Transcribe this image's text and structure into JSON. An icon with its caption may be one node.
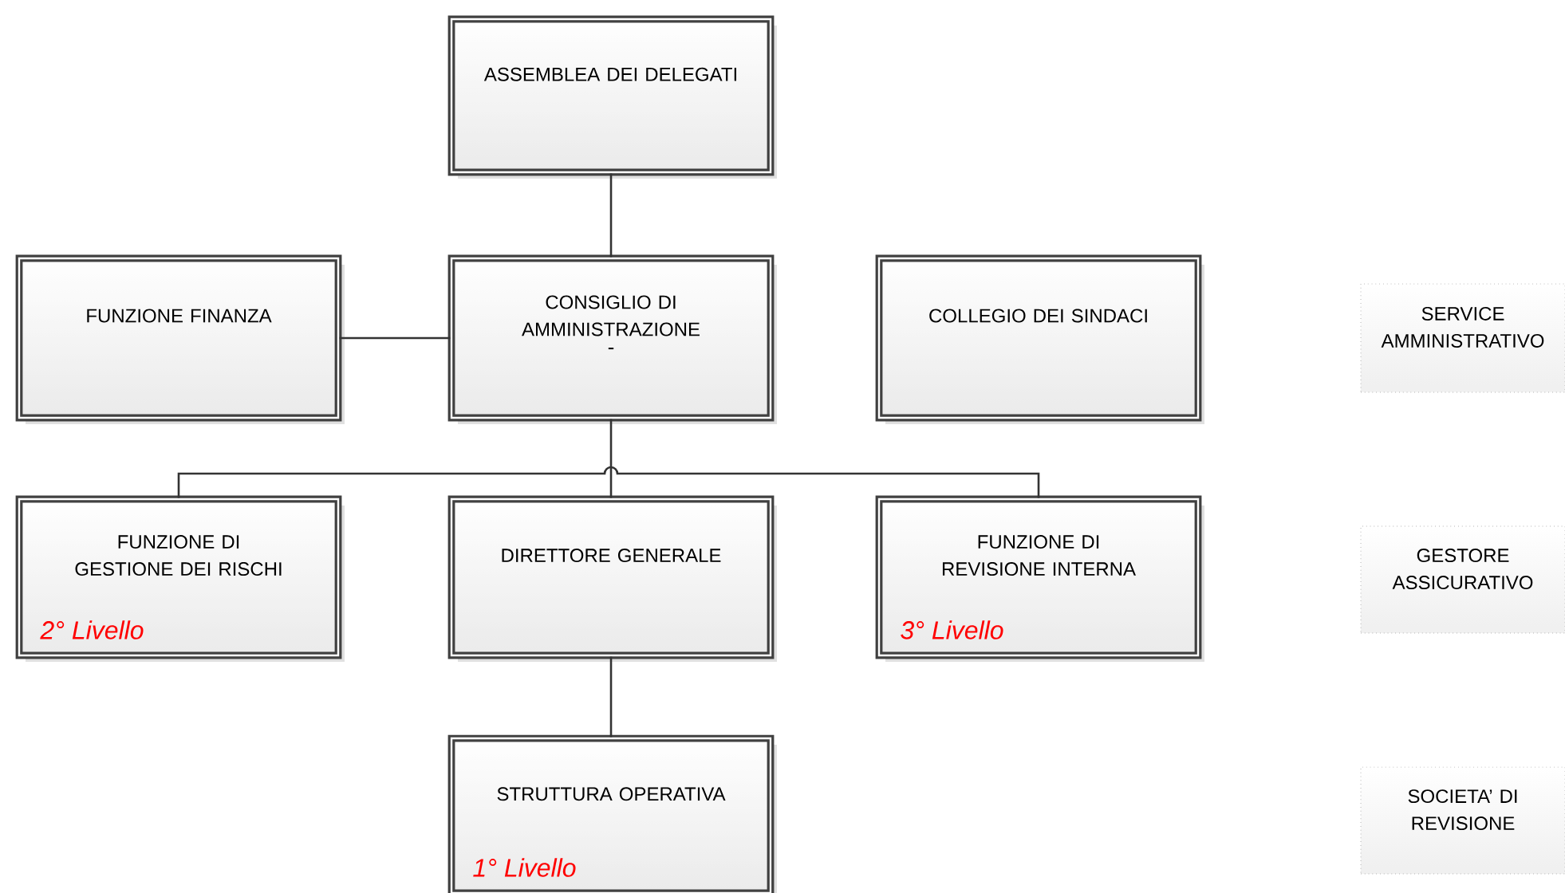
{
  "diagram": {
    "nodes": [
      {
        "text": [
          "ASSEMBLEA DEI DELEGATI"
        ]
      },
      {
        "text": [
          "FUNZIONE FINANZA"
        ]
      },
      {
        "text": [
          "CONSIGLIO DI AMMINISTRAZIONE",
          "-"
        ]
      },
      {
        "text": [
          "COLLEGIO DEI SINDACI"
        ]
      },
      {
        "text": [
          "SERVICE AMMINISTRATIVO"
        ]
      },
      {
        "text": [
          "FUNZIONE DI GESTIONE DEI RISCHI",
          "2° Livello"
        ]
      },
      {
        "text": [
          "DIRETTORE GENERALE"
        ]
      },
      {
        "text": [
          "FUNZIONE DI REVISIONE INTERNA",
          "3° Livello"
        ]
      },
      {
        "text": [
          "GESTORE ASSICURATIVO"
        ]
      },
      {
        "text": [
          "STRUTTURA OPERATIVA",
          "1° Livello"
        ]
      },
      {
        "text": [
          "SOCIETA’ DI REVISIONE"
        ]
      }
    ],
    "edges": [
      {
        "from": 0,
        "to": 2,
        "arrow": "none"
      },
      {
        "from": 1,
        "to": 2,
        "arrow": "none"
      },
      {
        "from": 2,
        "to": 6,
        "arrow": "none"
      },
      {
        "from": 5,
        "to": 7,
        "arrow": "none"
      },
      {
        "from": 6,
        "to": 9,
        "arrow": "none"
      }
    ]
  }
}
